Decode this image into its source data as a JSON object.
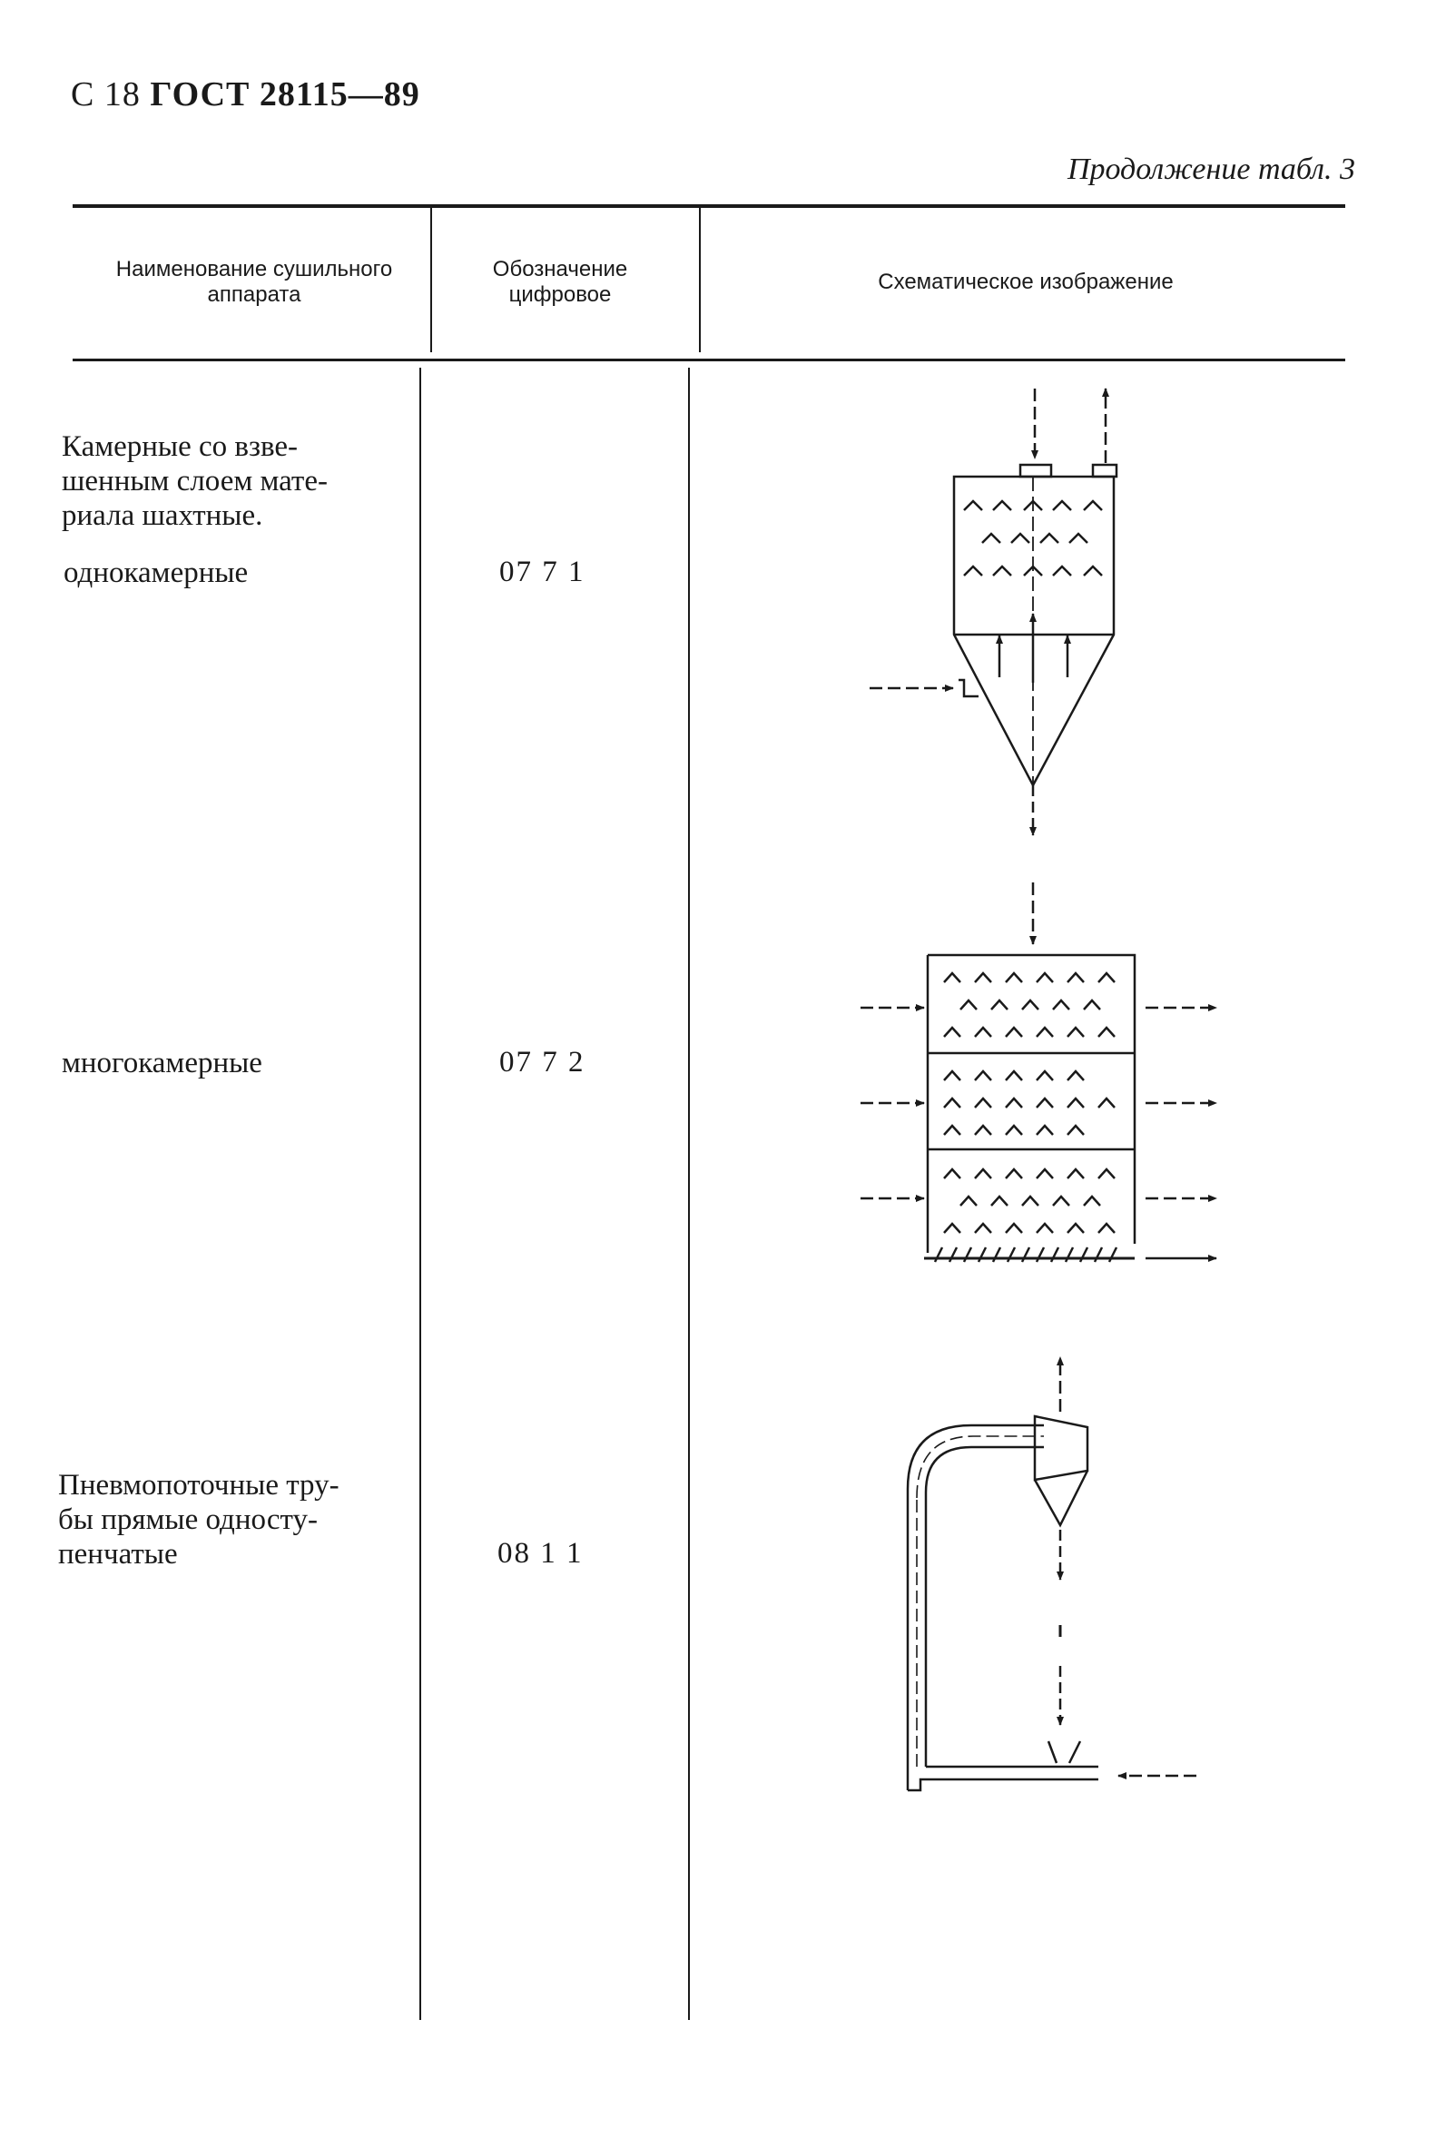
{
  "header": {
    "prefix": "С  18 ",
    "standard": "ГОСТ 28115—89"
  },
  "continuation": "Продолжение табл. 3",
  "table": {
    "columns": [
      "Наименование сушильного аппарата",
      "Обозначение цифровое",
      "Схематическое изображение"
    ],
    "rows": [
      {
        "group_title": "Камерные со взве-\nшенным слоем мате-\nриала шахтные.",
        "name": "однокамерные",
        "code": "07 7 1",
        "schematic_icon": "single-chamber-shaft-dryer-icon"
      },
      {
        "name": "многокамерные",
        "code": "07 7 2",
        "schematic_icon": "multi-chamber-dryer-icon"
      },
      {
        "name": "Пневмопоточные тру-\nбы прямые односту-\nпенчатые",
        "code": "08 1 1",
        "schematic_icon": "pneumatic-tube-dryer-icon"
      }
    ]
  }
}
